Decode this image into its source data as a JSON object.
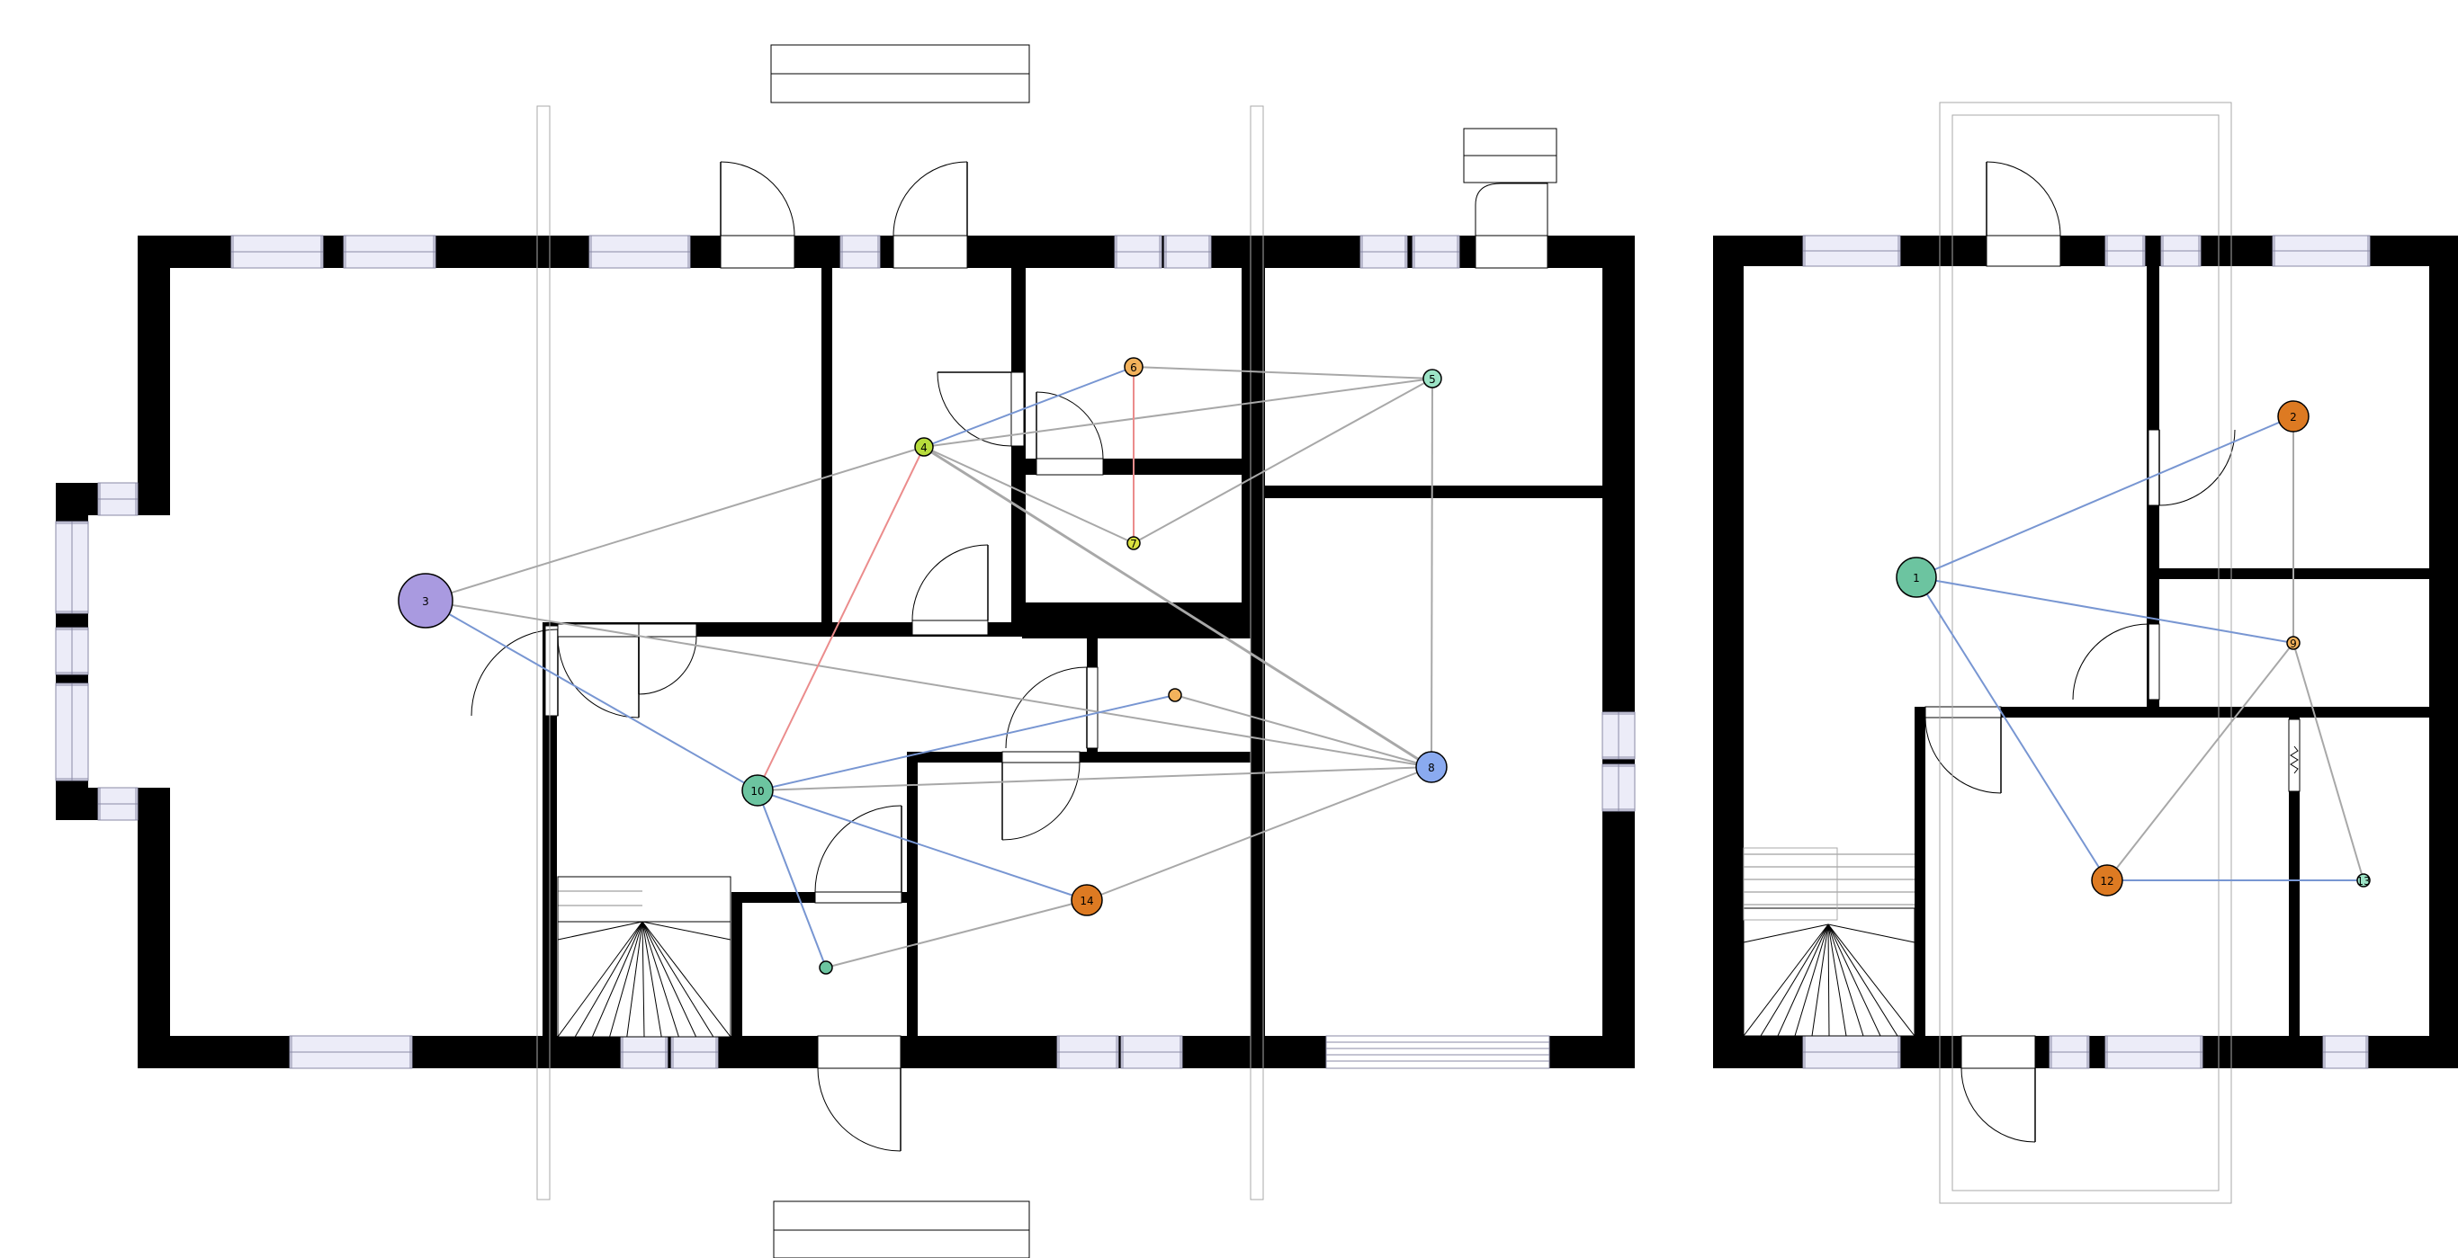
{
  "colors": {
    "wall": "#000000",
    "window_fill": "#ececf8",
    "window_frame": "#8a8aa6",
    "edge_gray": "#a8a8a8",
    "edge_blue": "#7896d2",
    "edge_red": "#eb8c8c",
    "node_stroke": "#000000"
  },
  "nodes": [
    {
      "id": "n1",
      "label": "1",
      "size": "large",
      "color": "#6cc4a0"
    },
    {
      "id": "n2",
      "label": "2",
      "size": "medium",
      "color": "#dd7a22"
    },
    {
      "id": "n3",
      "label": "3",
      "size": "xlarge",
      "color": "#a99ae0"
    },
    {
      "id": "n4",
      "label": "4",
      "size": "small",
      "color": "#b7dc3c"
    },
    {
      "id": "n5",
      "label": "5",
      "size": "small",
      "color": "#9ce4c6"
    },
    {
      "id": "n6",
      "label": "6",
      "size": "small",
      "color": "#f3b25c"
    },
    {
      "id": "n7",
      "label": "7",
      "size": "tiny",
      "color": "#d9e040"
    },
    {
      "id": "n8",
      "label": "8",
      "size": "medium",
      "color": "#8aaaf0"
    },
    {
      "id": "n9",
      "label": "9",
      "size": "tiny",
      "color": "#f3b25c"
    },
    {
      "id": "n10",
      "label": "10",
      "size": "medium",
      "color": "#6cc4a0"
    },
    {
      "id": "n11",
      "label": "",
      "size": "tiny",
      "color": "#f3b25c"
    },
    {
      "id": "n12",
      "label": "12",
      "size": "medium",
      "color": "#dd7a22"
    },
    {
      "id": "n13",
      "label": "13",
      "size": "tiny",
      "color": "#9ce4c6"
    },
    {
      "id": "n14",
      "label": "14",
      "size": "medium",
      "color": "#dd7a22"
    },
    {
      "id": "n15",
      "label": "",
      "size": "tiny",
      "color": "#6cc4a0"
    }
  ],
  "edges": [
    {
      "from": "n3",
      "to": "n4",
      "kind": "gray"
    },
    {
      "from": "n3",
      "to": "n8",
      "kind": "gray"
    },
    {
      "from": "n3",
      "to": "n10",
      "kind": "blue"
    },
    {
      "from": "n4",
      "to": "n6",
      "kind": "blue"
    },
    {
      "from": "n4",
      "to": "n5",
      "kind": "gray"
    },
    {
      "from": "n4",
      "to": "n7",
      "kind": "gray"
    },
    {
      "from": "n4",
      "to": "n8",
      "kind": "gray"
    },
    {
      "from": "n4",
      "to": "n8",
      "kind": "gray"
    },
    {
      "from": "n4",
      "to": "n10",
      "kind": "red"
    },
    {
      "from": "n6",
      "to": "n5",
      "kind": "gray"
    },
    {
      "from": "n6",
      "to": "n7",
      "kind": "red"
    },
    {
      "from": "n7",
      "to": "n5",
      "kind": "gray"
    },
    {
      "from": "n5",
      "to": "n8",
      "kind": "gray"
    },
    {
      "from": "n10",
      "to": "n11",
      "kind": "blue"
    },
    {
      "from": "n11",
      "to": "n8",
      "kind": "gray"
    },
    {
      "from": "n10",
      "to": "n8",
      "kind": "gray"
    },
    {
      "from": "n10",
      "to": "n14",
      "kind": "blue"
    },
    {
      "from": "n10",
      "to": "n15",
      "kind": "blue"
    },
    {
      "from": "n15",
      "to": "n14",
      "kind": "gray"
    },
    {
      "from": "n14",
      "to": "n8",
      "kind": "gray"
    },
    {
      "from": "n1",
      "to": "n2",
      "kind": "blue"
    },
    {
      "from": "n1",
      "to": "n9",
      "kind": "blue"
    },
    {
      "from": "n1",
      "to": "n12",
      "kind": "blue"
    },
    {
      "from": "n2",
      "to": "n9",
      "kind": "gray"
    },
    {
      "from": "n9",
      "to": "n12",
      "kind": "gray"
    },
    {
      "from": "n9",
      "to": "n13",
      "kind": "gray"
    },
    {
      "from": "n12",
      "to": "n13",
      "kind": "blue"
    }
  ]
}
